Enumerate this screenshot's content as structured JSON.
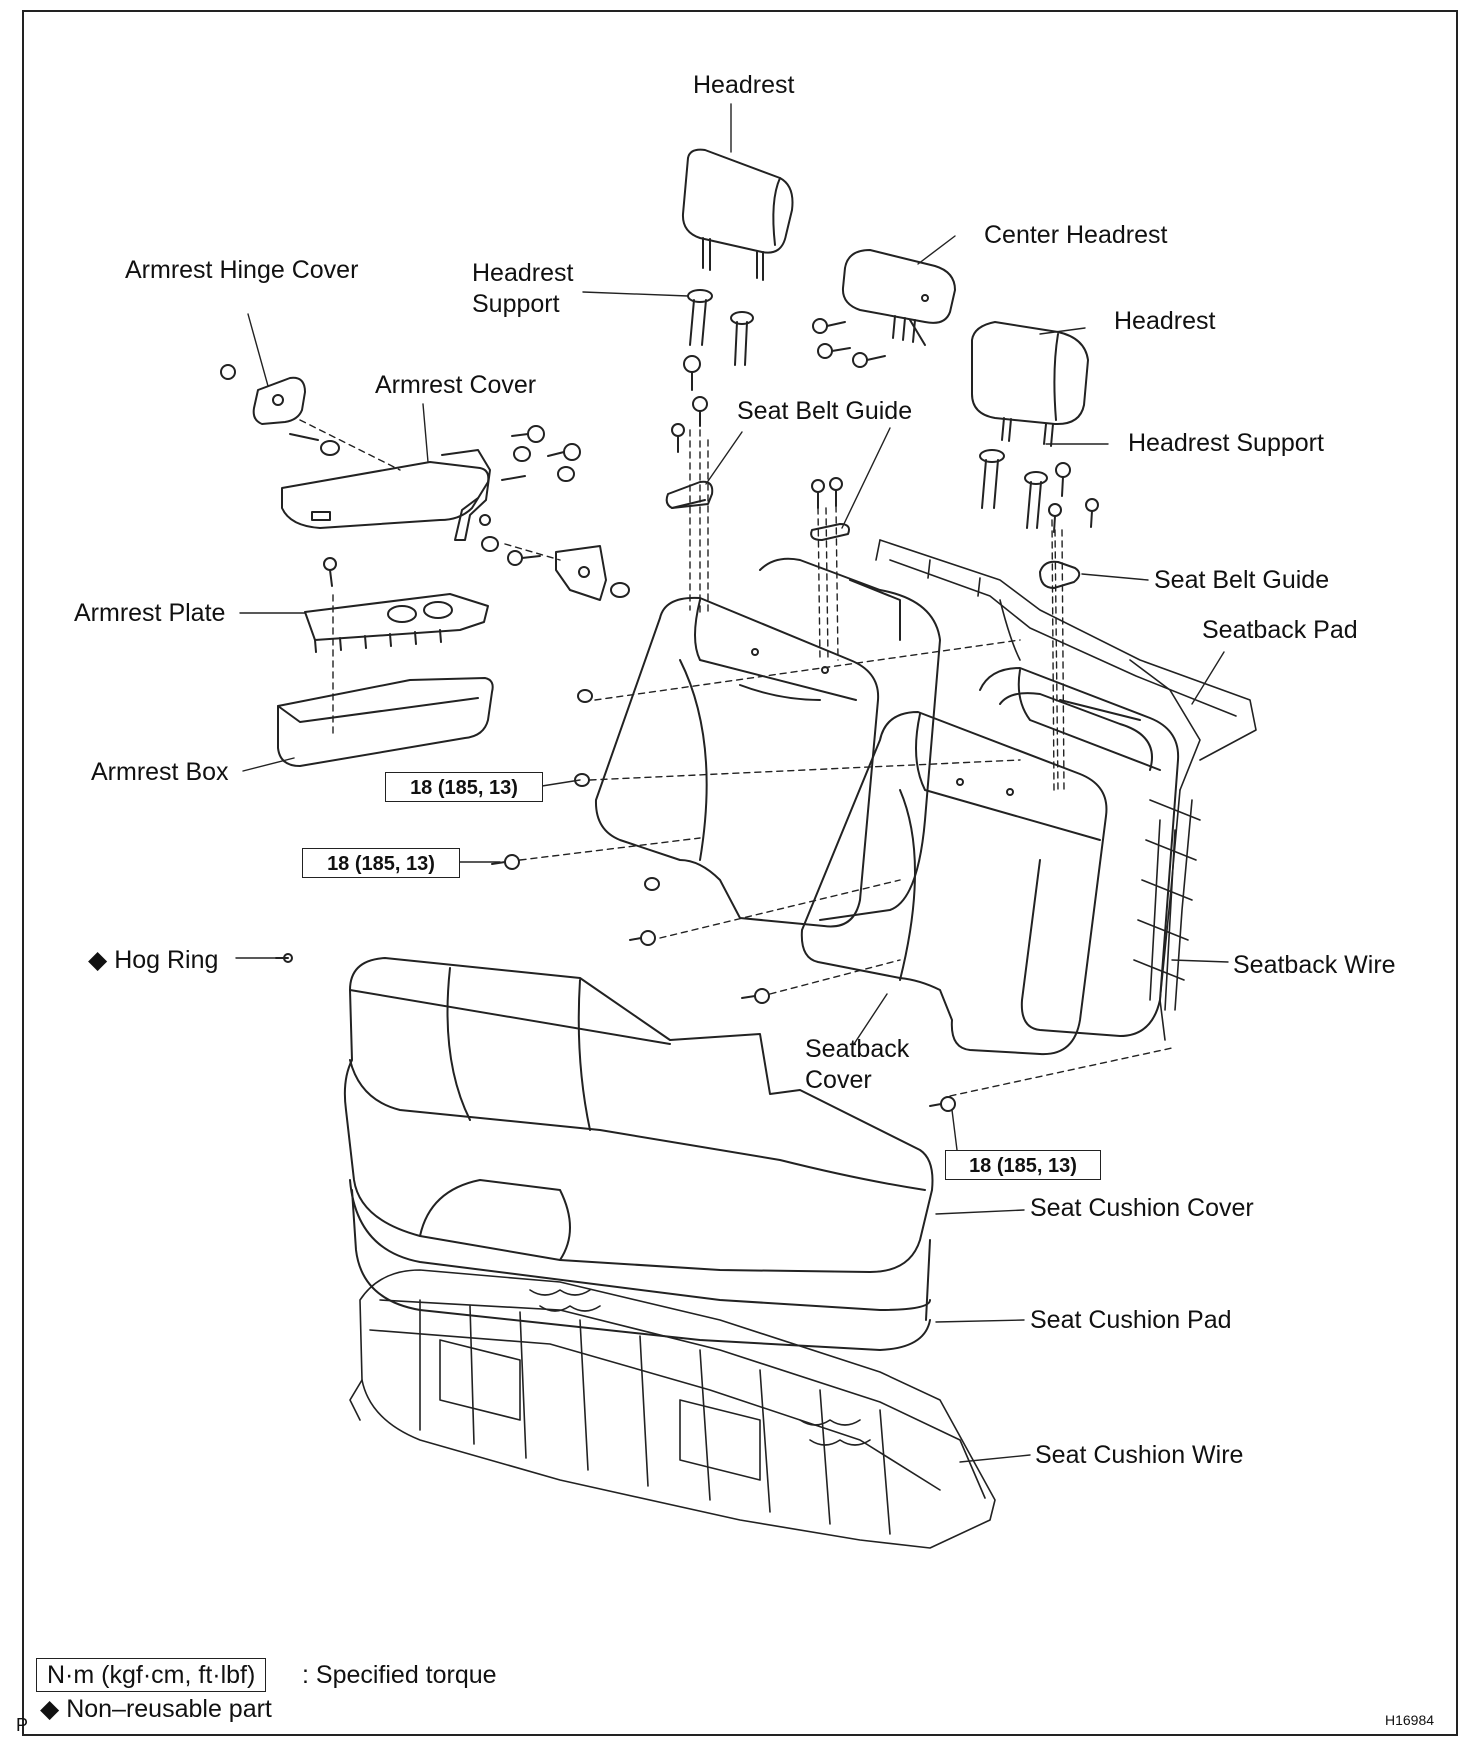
{
  "labels": {
    "headrest_top": "Headrest",
    "center_headrest": "Center Headrest",
    "headrest_right": "Headrest",
    "headrest_support_left": "Headrest\nSupport",
    "headrest_support_right": "Headrest Support",
    "armrest_hinge_cover": "Armrest Hinge Cover",
    "armrest_cover": "Armrest Cover",
    "seat_belt_guide_top": "Seat Belt Guide",
    "seat_belt_guide_right": "Seat Belt Guide",
    "seatback_pad": "Seatback Pad",
    "armrest_plate": "Armrest Plate",
    "armrest_box": "Armrest Box",
    "hog_ring": "Hog Ring",
    "seatback_wire": "Seatback Wire",
    "seatback_cover": "Seatback\nCover",
    "seat_cushion_cover": "Seat Cushion Cover",
    "seat_cushion_pad": "Seat Cushion Pad",
    "seat_cushion_wire": "Seat Cushion Wire"
  },
  "torque": {
    "t1": "18 (185, 13)",
    "t2": "18 (185, 13)",
    "t3": "18 (185, 13)"
  },
  "legend": {
    "torque_box": "N·m (kgf·cm, ft·lbf)",
    "torque_text": ": Specified torque",
    "nonreusable_text": "Non–reusable part",
    "diamond": "◆"
  },
  "corner_letter": "P",
  "figure_code": "H16984"
}
